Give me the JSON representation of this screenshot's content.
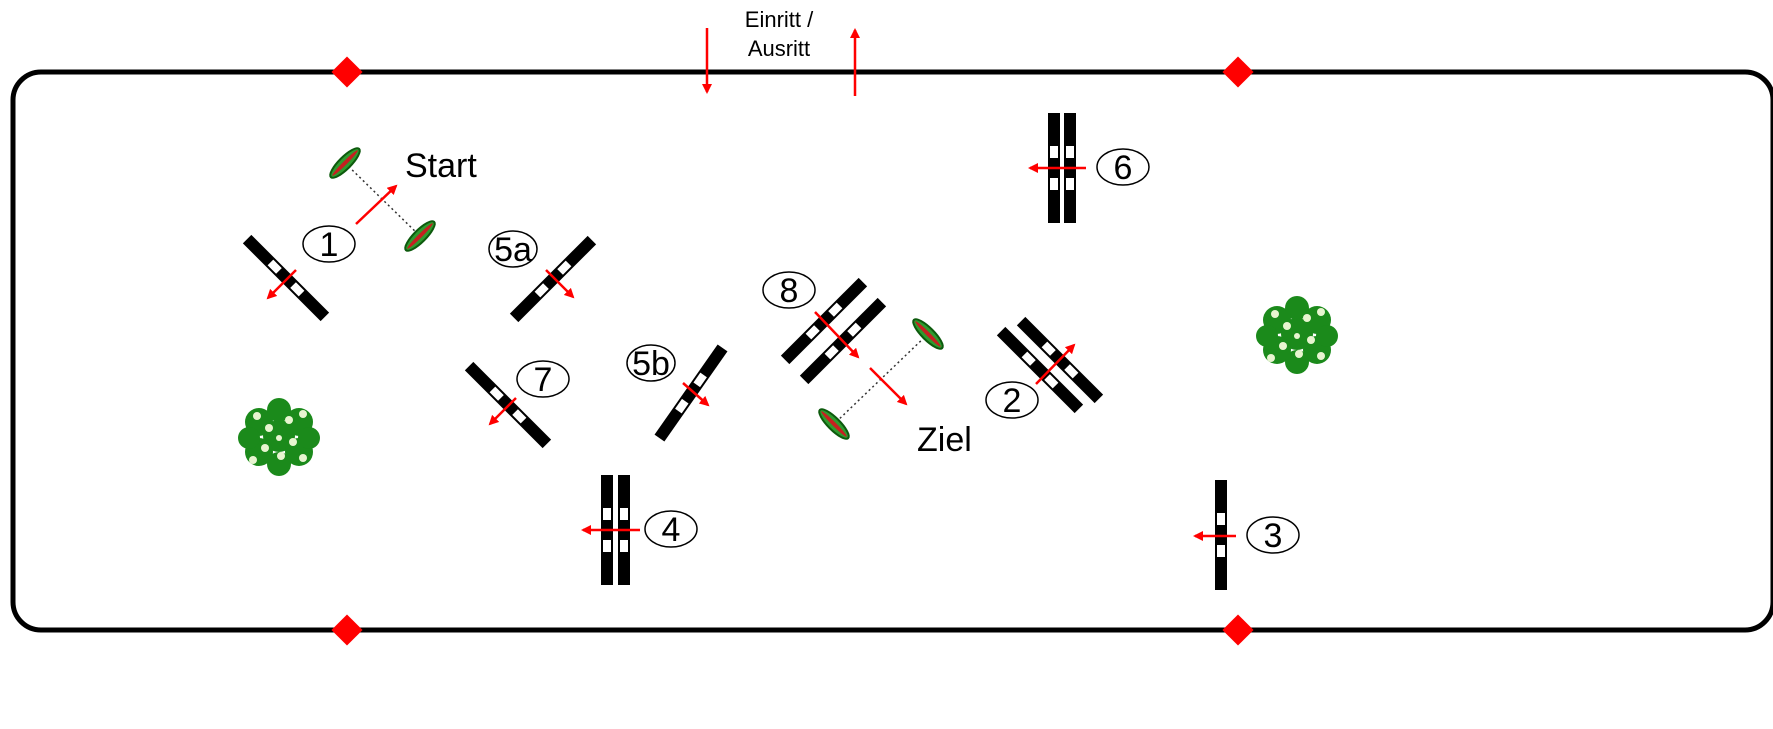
{
  "entrance": {
    "line1": "Einritt /",
    "line2": "Ausritt"
  },
  "start_label": "Start",
  "finish_label": "Ziel",
  "obstacles": [
    {
      "id": "1",
      "label": "1"
    },
    {
      "id": "2",
      "label": "2"
    },
    {
      "id": "3",
      "label": "3"
    },
    {
      "id": "4",
      "label": "4"
    },
    {
      "id": "5a",
      "label": "5a"
    },
    {
      "id": "5b",
      "label": "5b"
    },
    {
      "id": "6",
      "label": "6"
    },
    {
      "id": "7",
      "label": "7"
    },
    {
      "id": "8",
      "label": "8"
    }
  ],
  "colors": {
    "arena_border": "#000000",
    "marker": "#ff0000",
    "arrow": "#ff0000",
    "pole_dark": "#000000",
    "pole_light": "#ffffff",
    "bush": "#1b8a1b",
    "flag": "#2e9b2e"
  }
}
